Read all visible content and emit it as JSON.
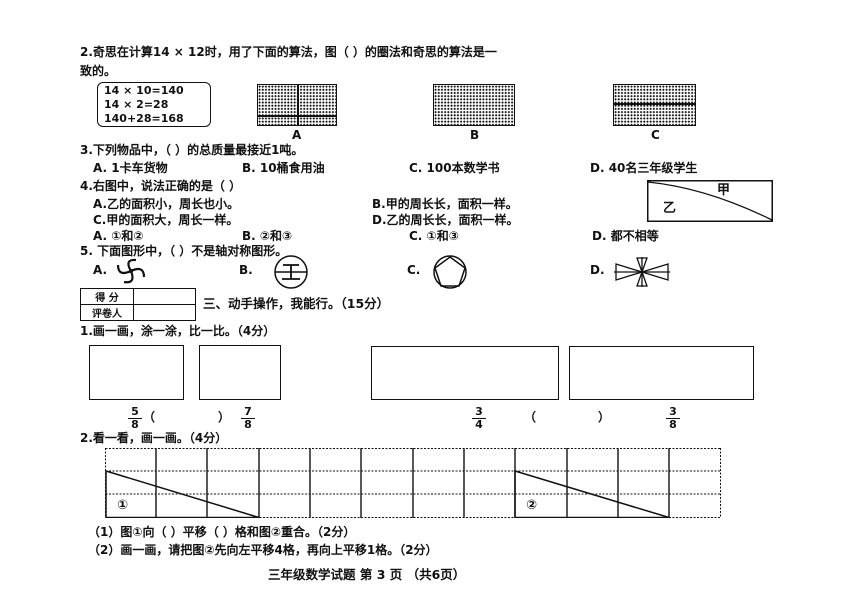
{
  "q2": {
    "line1": "2.奇思在计算14 × 12时，用了下面的算法，图（          ）的圈法和奇思的算法是一",
    "line2": "致的。",
    "calc": [
      "14 × 10=140",
      "14 × 2=28",
      "140+28=168"
    ],
    "labels": [
      "A",
      "B",
      "C"
    ]
  },
  "q3": {
    "stem": "3.下列物品中，（          ）的总质量最接近1吨。",
    "options": [
      "A. 1卡车货物",
      "B. 10桶食用油",
      "C. 100本数学书",
      "D. 40名三年级学生"
    ]
  },
  "q4": {
    "stem": "4.右图中，说法正确的是（          ）",
    "row1": [
      "A.乙的面积小，周长也小。",
      "B.甲的周长长，面积一样。"
    ],
    "row2": [
      "C.甲的面积大，周长一样。",
      "D.乙的周长长，面积一样。"
    ],
    "row3": [
      "A. ①和②",
      "B. ②和③",
      "C. ①和③",
      "D. 都不相等"
    ],
    "fig_jia": "甲",
    "fig_yi": "乙"
  },
  "q5": {
    "stem": "5. 下面图形中，（          ）不是轴对称图形。",
    "labels": [
      "A.",
      "B.",
      "C.",
      "D."
    ]
  },
  "score_table": {
    "r1": "得  分",
    "r2": "评卷人"
  },
  "section3": {
    "title": "三、动手操作，我能行。（15分）",
    "q1": "1.画一画，涂一涂，比一比。（4分）",
    "fractions": [
      {
        "num": "5",
        "den": "8"
      },
      {
        "num": "7",
        "den": "8"
      },
      {
        "num": "3",
        "den": "4"
      },
      {
        "num": "3",
        "den": "8"
      }
    ],
    "paren_left": "（",
    "paren_right": "）",
    "q2": "2.看一看，画一画。（4分）",
    "mark1": "①",
    "mark2": "②",
    "sub1": "（1）图①向（             ）平移（             ）格和图②重合。（2分）",
    "sub2": "（2）画一画，请把图②先向左平移4格，再向上平移1格。（2分）"
  },
  "footer": "三年级数学试题   第 3 页   （共6页）"
}
